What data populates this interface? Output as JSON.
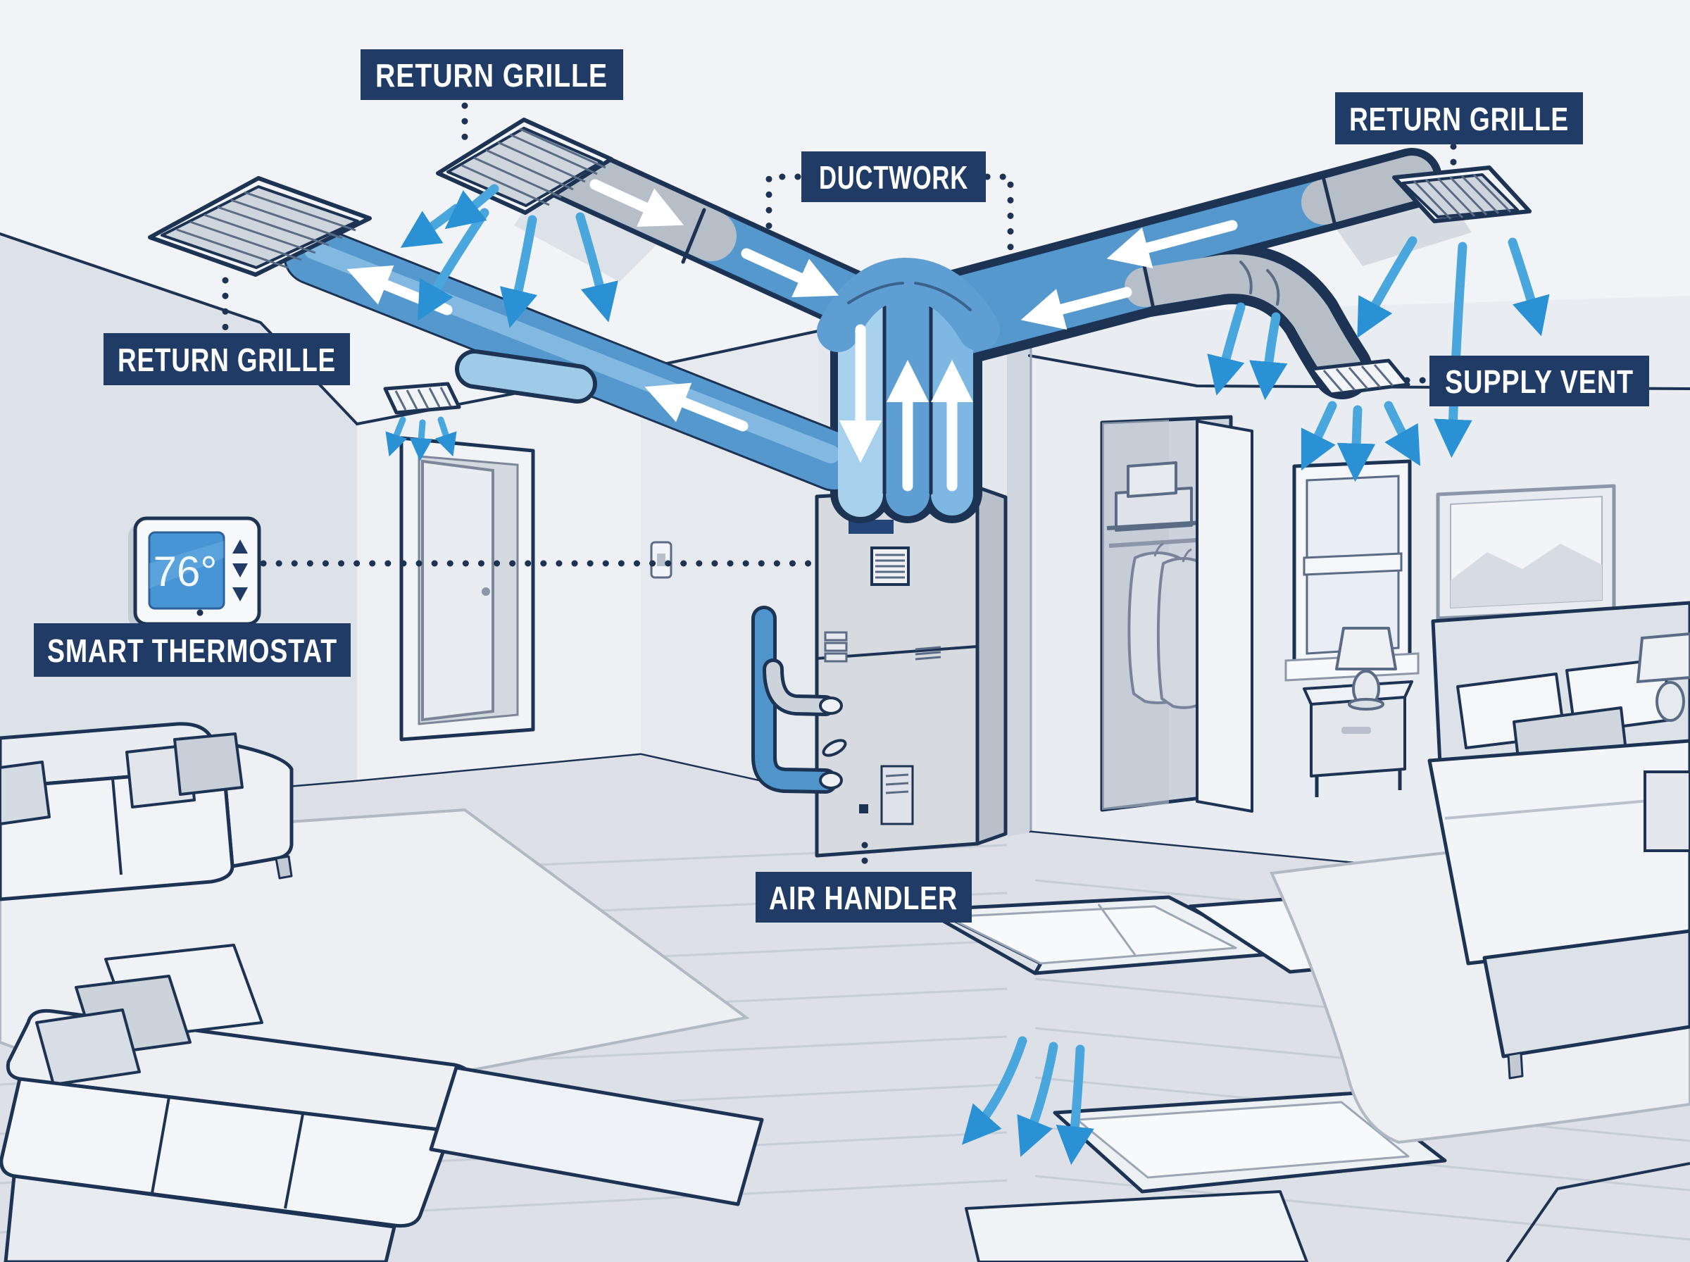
{
  "diagram_labels": {
    "return_grille_top_left": "RETURN GRILLE",
    "ductwork": "DUCTWORK",
    "return_grille_top_right": "RETURN GRILLE",
    "return_grille_left": "RETURN GRILLE",
    "supply_vent": "SUPPLY VENT",
    "smart_thermostat": "SMART THERMOSTAT",
    "air_handler": "AIR HANDLER"
  },
  "thermostat": {
    "temperature": "76°",
    "buttons": [
      "up",
      "down",
      "down"
    ]
  },
  "icons": {
    "thermostat_up": "▲",
    "thermostat_down": "▼",
    "duct_flow_arrow": "white straight arrow",
    "airflow_arrow": "curved blue arrow",
    "grille": "hatched vent grille",
    "dotted_connector": "dotted leader line"
  },
  "colors": {
    "label_background": "#1f3b66",
    "label_text": "#ffffff",
    "outline_navy": "#1c3354",
    "duct_blue": "#5598ce",
    "duct_blue_light": "#a8d1ed",
    "duct_gray": "#b6bec8",
    "airflow_blue": "#4aa7de",
    "thermostat_screen": "#4795d4",
    "ceiling": "#f1f3f6",
    "wall": "#e7eaef",
    "floor": "#dde1e7"
  }
}
